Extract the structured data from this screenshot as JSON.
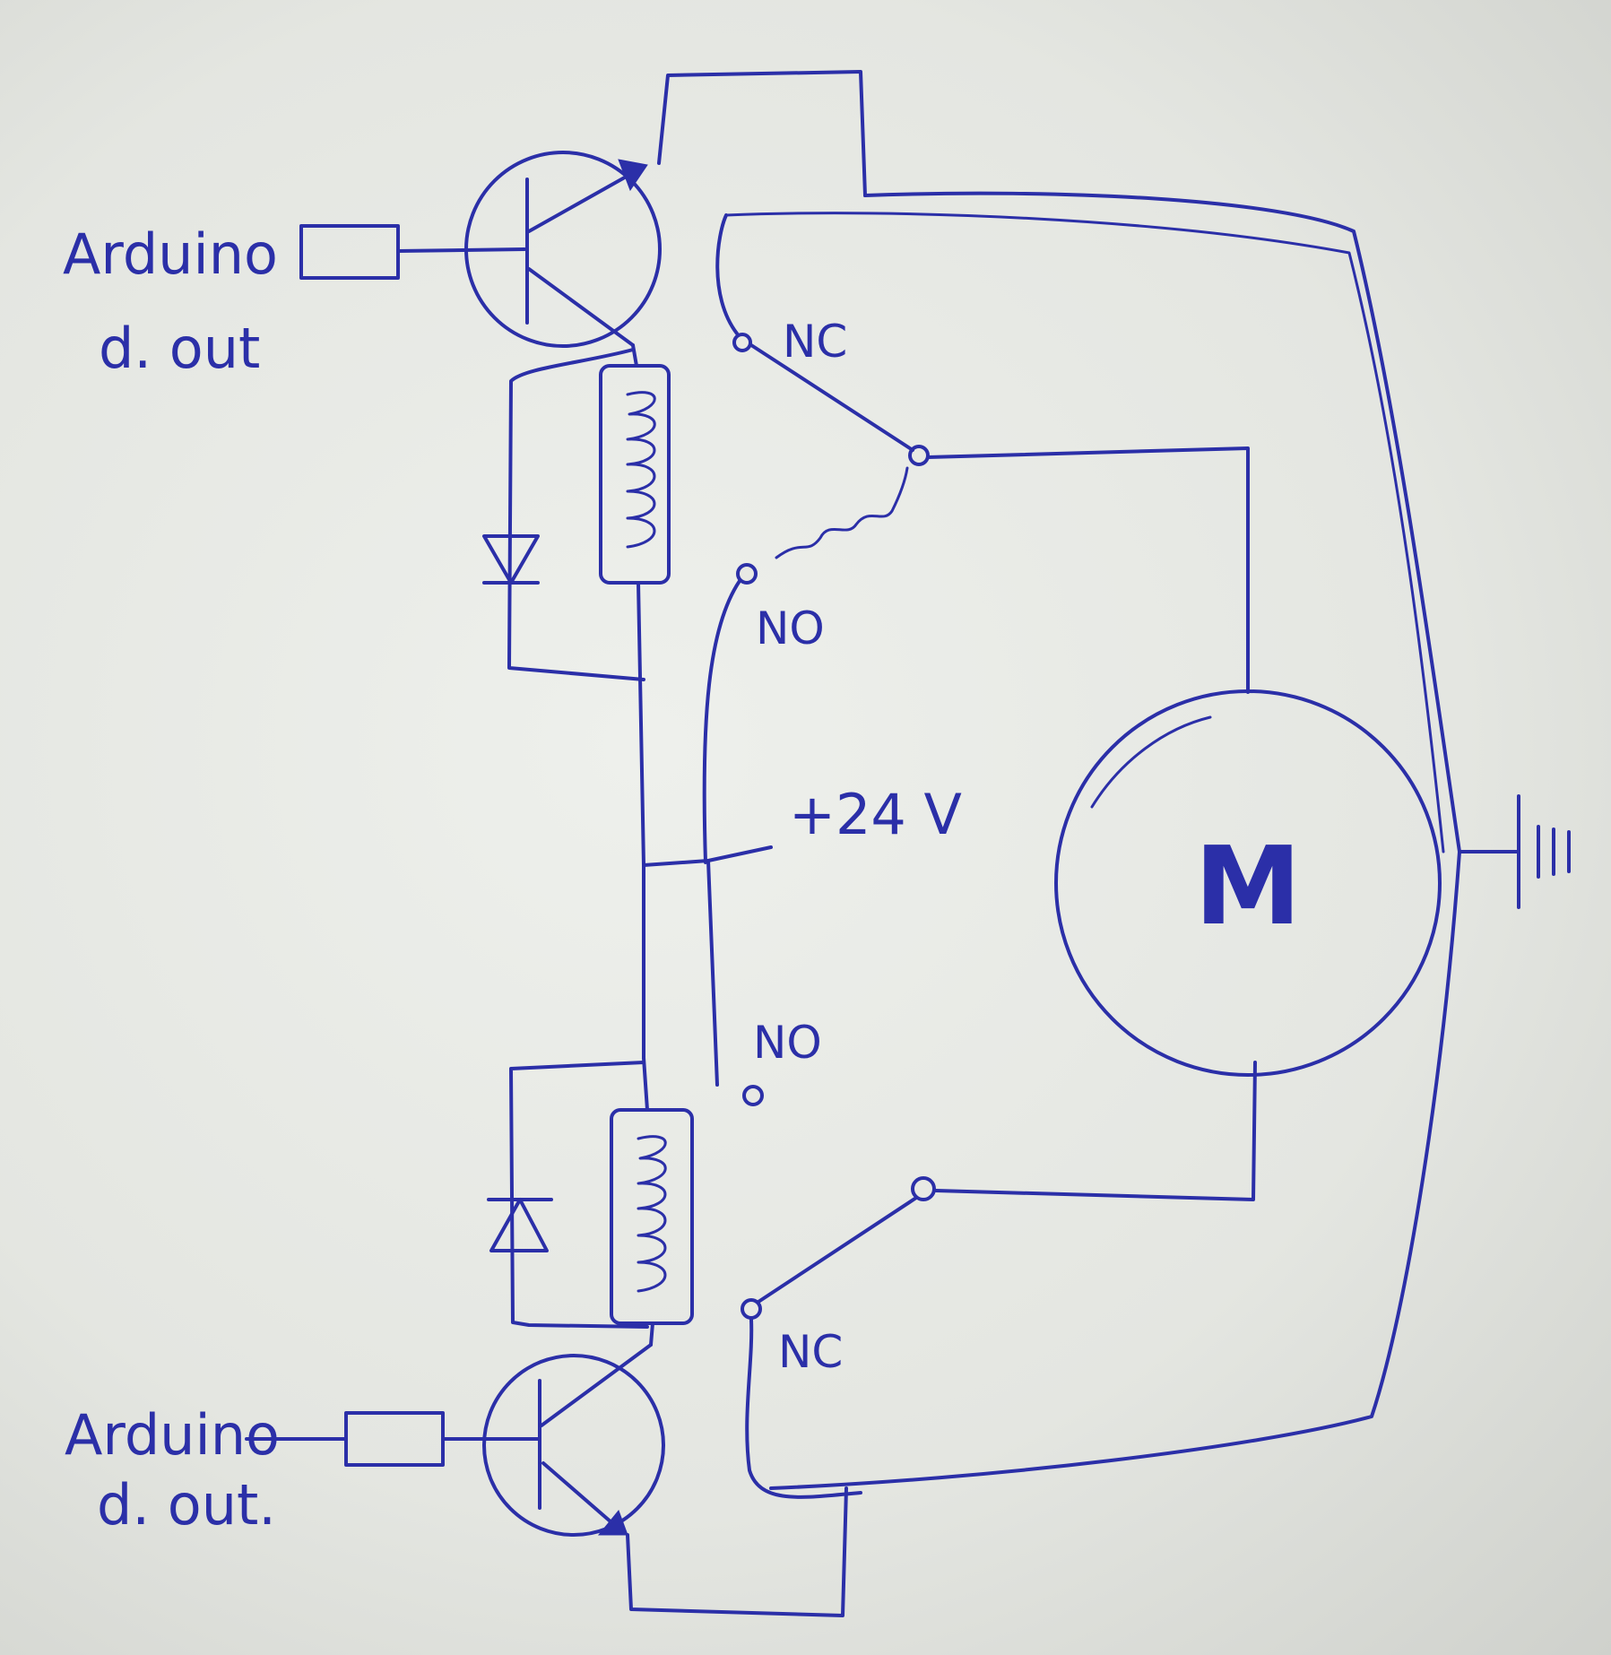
{
  "labels": {
    "top_input": {
      "line1": "Arduino",
      "line2": "d. out"
    },
    "bottom_input": {
      "line1": "Arduino",
      "line2": "d. out."
    },
    "relay1_nc": "NC",
    "relay1_no": "NO",
    "supply": "+24 V",
    "relay2_no": "NO",
    "relay2_nc": "NC",
    "motor": "M"
  },
  "colors": {
    "ink": "#2b2fa8",
    "paper": "#e6e7e2"
  }
}
